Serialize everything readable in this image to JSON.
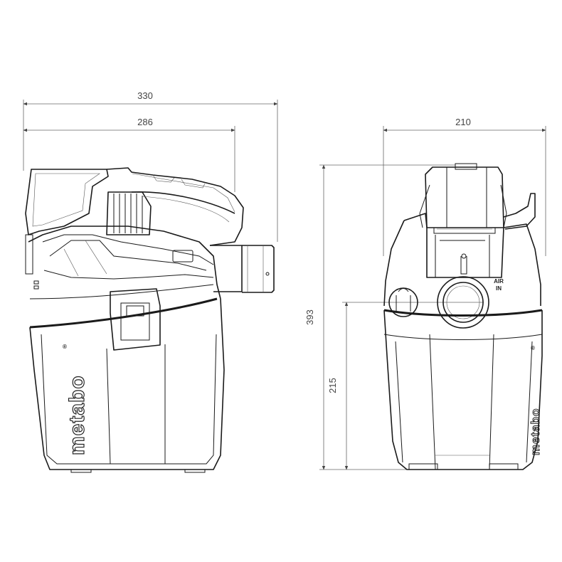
{
  "dimensions": {
    "side_total_width": "330",
    "side_body_width": "286",
    "front_width": "210",
    "front_total_height": "393",
    "front_inlet_height": "215"
  },
  "labels": {
    "air_in_line1": "AIR",
    "air_in_line2": "IN",
    "brand_side": "metabo",
    "brand_front": "metabo",
    "registered_mark": "®"
  },
  "colors": {
    "line": "#1a1a1a",
    "dimension": "#666666",
    "background": "#ffffff"
  }
}
